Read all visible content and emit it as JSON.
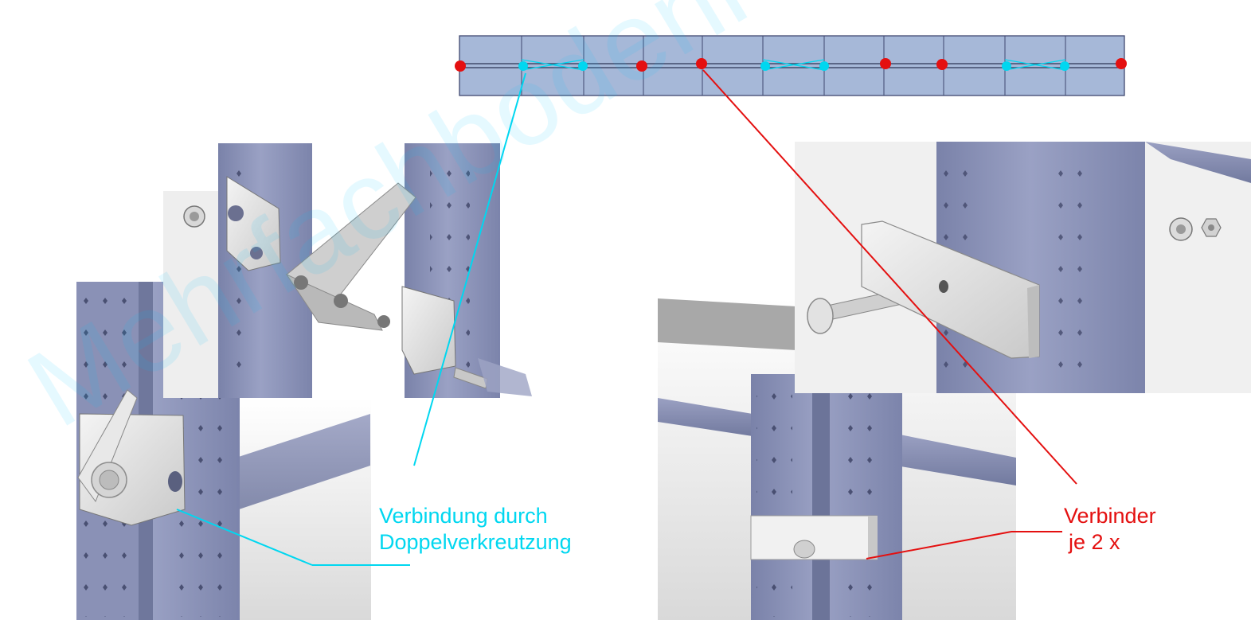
{
  "labels": {
    "cyan_line1": "Verbindung durch",
    "cyan_line2": "Doppelverkreutzung",
    "red_line1": "Verbinder",
    "red_line2": "je 2 x"
  },
  "watermark": "Mehrfachbodenregal.de",
  "colors": {
    "cyan": "#00d7f0",
    "red": "#e41010",
    "steel_blue": "#8c93b8",
    "panel_blue": "#a6b8d8"
  }
}
